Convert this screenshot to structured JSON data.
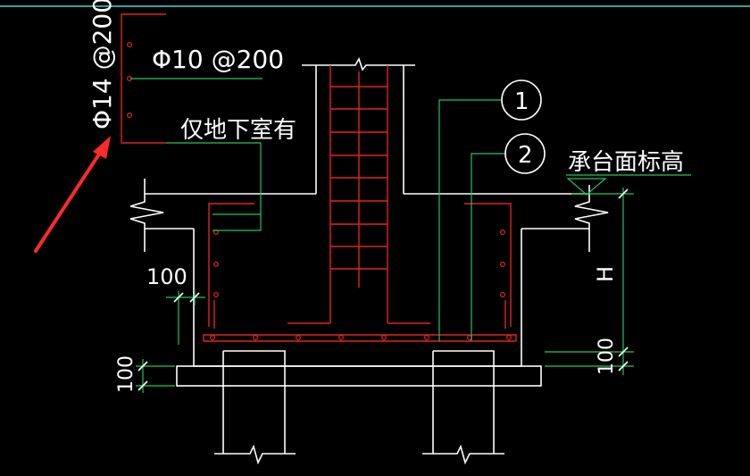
{
  "colors": {
    "background": "#000000",
    "top_border": "#4fd2d2",
    "outline": "#ffffff",
    "rebar": "#e02424",
    "leader": "#22c55e",
    "annotation_arrow": "#ff2a2a"
  },
  "labels": {
    "rebar_vertical": "Φ14 @200",
    "rebar_horizontal": "Φ10 @200",
    "basement_only": "仅地下室有",
    "callout_1": "1",
    "callout_2": "2",
    "cap_top_elevation": "承台面标高",
    "dim_100_left": "100",
    "dim_100_pad": "100",
    "dim_100_right": "100",
    "dim_h": "H"
  }
}
